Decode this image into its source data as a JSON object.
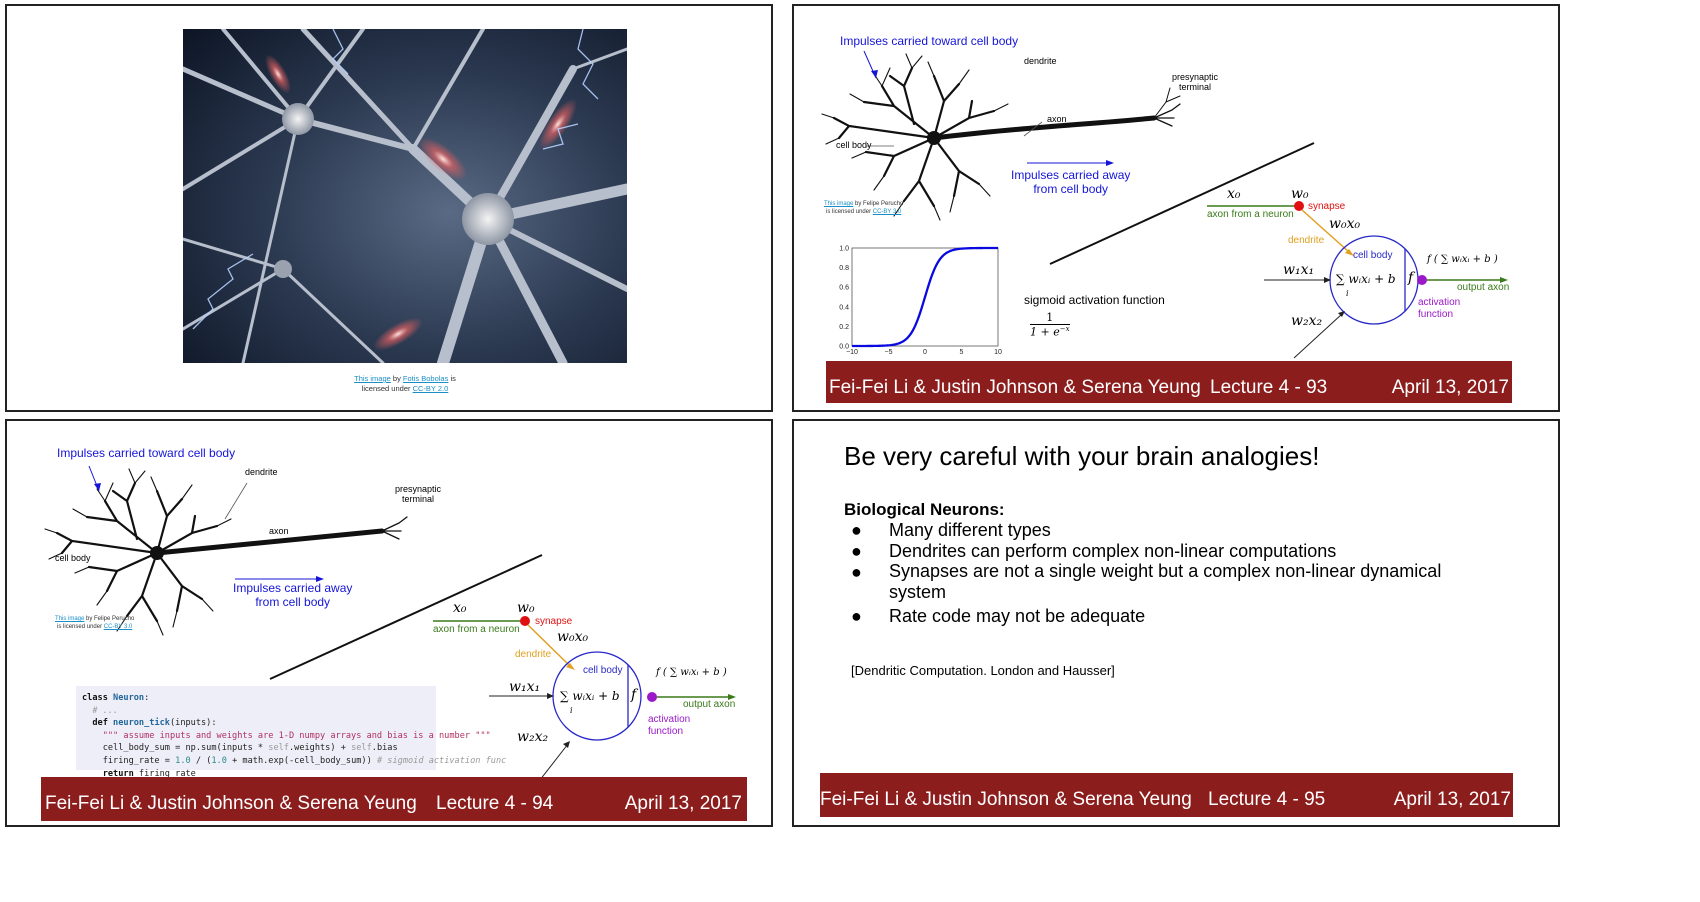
{
  "slides": [
    {
      "credit": {
        "line1_link": "This image",
        "line1_by": " by ",
        "line1_author": "Fotis Bobolas",
        "line1_is": " is",
        "line2_prefix": "licensed under ",
        "line2_link": "CC-BY 2.0"
      }
    },
    {
      "diagram": {
        "toward": "Impulses carried toward cell body",
        "dendrite": "dendrite",
        "presynaptic1": "presynaptic",
        "presynaptic2": "terminal",
        "axon": "axon",
        "cell_body": "cell body",
        "away1": "Impulses carried away",
        "away2": "from cell body",
        "credit_link": "This image",
        "credit_by": " by Felipe Perucho",
        "credit_line2_prefix": "is licensed under ",
        "credit_line2_link": "CC-BY 3.0"
      },
      "model": {
        "x0": "x₀",
        "w0": "w₀",
        "synapse": "synapse",
        "axon_from": "axon from a neuron",
        "w0x0": "w₀x₀",
        "dendrite": "dendrite",
        "cell_body": "cell body",
        "w1x1": "w₁x₁",
        "sum": "∑ wᵢxᵢ + b",
        "sum_sub": "i",
        "f": "f",
        "f_expr": "f ( ∑ wᵢxᵢ + b )",
        "output_axon": "output axon",
        "activation": "activation",
        "function": "function",
        "w2x2": "w₂x₂"
      },
      "sigmoid": {
        "label": "sigmoid activation function",
        "numerator": "1",
        "denominator": "1 + e",
        "exponent": "−x",
        "yticks": [
          "1.0",
          "0.8",
          "0.6",
          "0.4",
          "0.2",
          "0.0"
        ],
        "xticks": [
          "−10",
          "−5",
          "0",
          "5",
          "10"
        ]
      },
      "footer": {
        "authors": "Fei-Fei Li & Justin Johnson & Serena Yeung",
        "lecture": "Lecture 4 - 93",
        "date": "April 13, 2017"
      }
    },
    {
      "code": {
        "line1_kw": "class ",
        "line1_name": "Neuron",
        "line1_end": ":",
        "line2": "  # ...",
        "line3_kw": "  def ",
        "line3_name": "neuron_tick",
        "line3_end": "(inputs):",
        "line4": "    \"\"\" assume inputs and weights are 1-D numpy arrays and bias is a number \"\"\"",
        "line5_a": "    cell_body_sum = np.sum(inputs * ",
        "line5_self": "self",
        "line5_b": ".weights) + ",
        "line5_self2": "self",
        "line5_c": ".bias",
        "line6_a": "    firing_rate = ",
        "line6_n1": "1.0",
        "line6_b": " / (",
        "line6_n2": "1.0",
        "line6_c": " + math.exp(-cell_body_sum)) ",
        "line6_cmt": "# sigmoid activation func",
        "line7_kw": "    return",
        "line7_rest": " firing_rate"
      },
      "footer": {
        "authors": "Fei-Fei Li & Justin Johnson & Serena Yeung",
        "lecture": "Lecture 4 - 94",
        "date": "April 13, 2017"
      }
    },
    {
      "title": "Be very careful with your brain analogies!",
      "subtitle": "Biological Neurons:",
      "bullet_char": "●",
      "bullets": [
        "Many different types",
        "Dendrites can perform complex non-linear computations",
        "Synapses are not a single weight but a complex non-linear dynamical system",
        "Rate code may not be adequate"
      ],
      "reference": "[Dendritic Computation. London and Hausser]",
      "footer": {
        "authors": "Fei-Fei Li & Justin Johnson & Serena Yeung",
        "lecture": "Lecture 4 - 95",
        "date": "April 13, 2017"
      }
    }
  ],
  "colors": {
    "footer_bg": "#8c1d1d",
    "blue_label": "#1515d8",
    "synapse_red": "#e01010",
    "axon_green": "#3a7a1a",
    "dendrite_orange": "#e0a020",
    "activation_purple": "#9a19c8",
    "cell_blue": "#2828c8"
  }
}
